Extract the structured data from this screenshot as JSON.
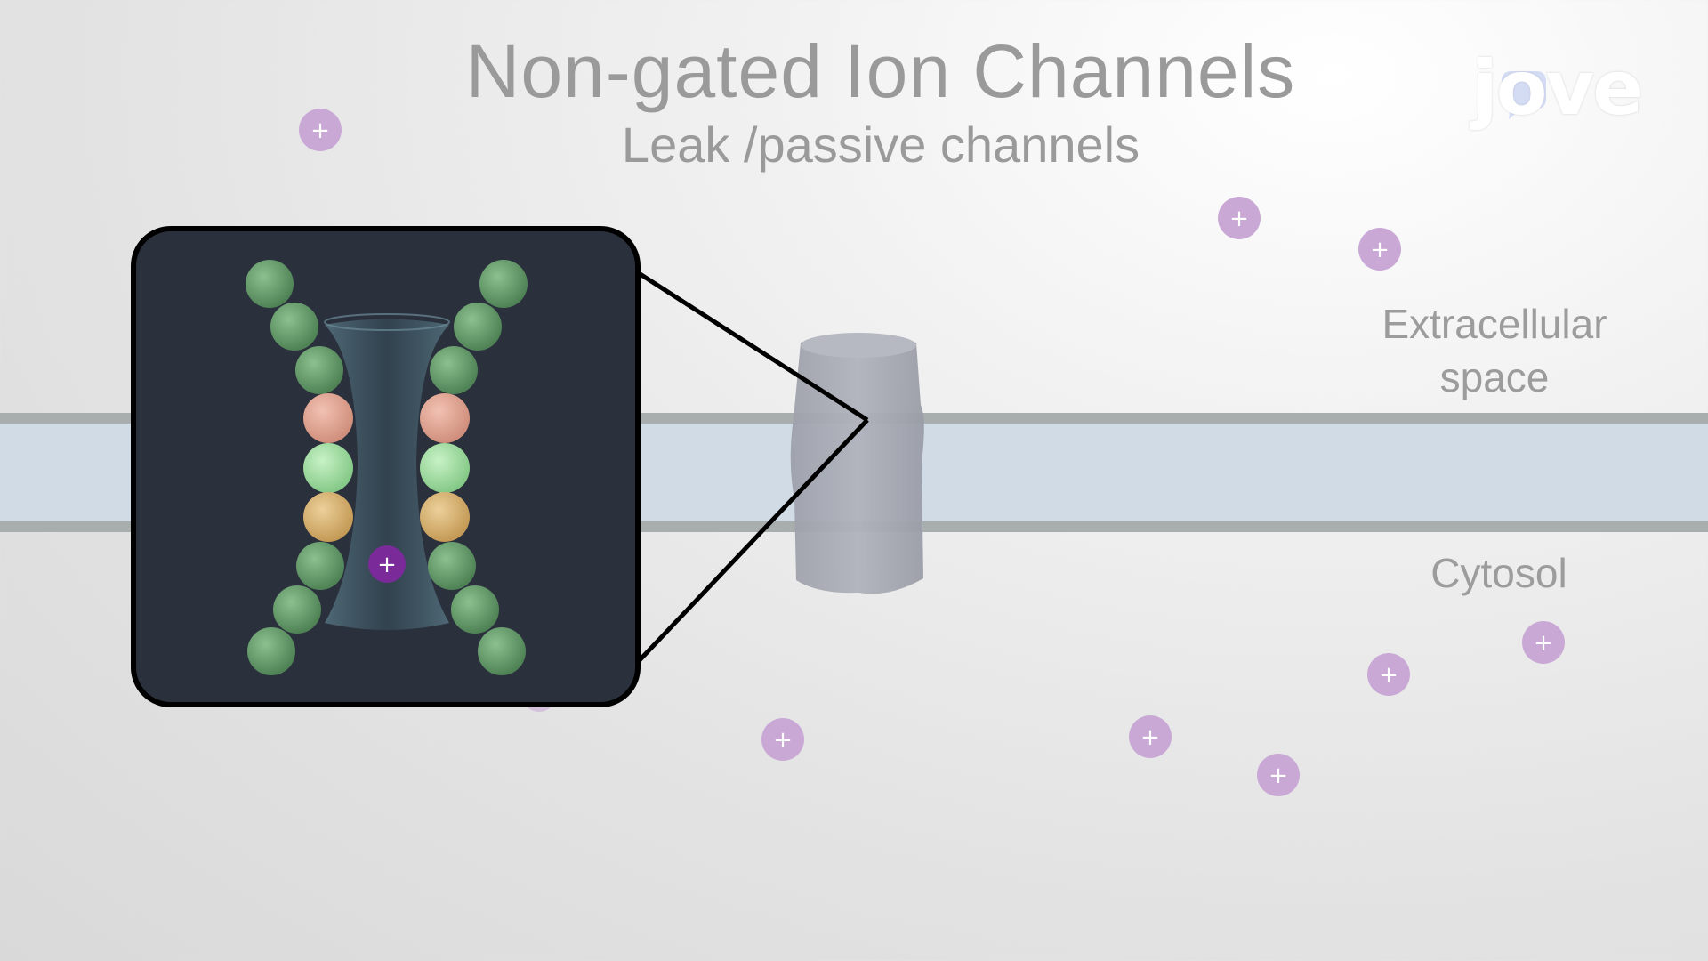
{
  "title": "Non-gated Ion Channels",
  "subtitle": "Leak /passive channels",
  "logo": "jove",
  "labels": {
    "extracellular": "Extracellular space",
    "cytosol": "Cytosol"
  },
  "ion_symbol": "+",
  "colors": {
    "ion": "#c9a8d6",
    "ion_zoom": "#7b2a9a",
    "membrane": "#d0dbe6",
    "membrane_edge": "#a8adad",
    "channel": "#a9acb6",
    "zoom_bg": "#2b313c",
    "subunit_green": "#5f9466",
    "subunit_salmon": "#e0a08e",
    "subunit_lightgreen": "#9fdc9f",
    "subunit_gold": "#d4b06e"
  },
  "icons": [
    "plus-ion-icon",
    "logo-speech-bubble-icon"
  ]
}
